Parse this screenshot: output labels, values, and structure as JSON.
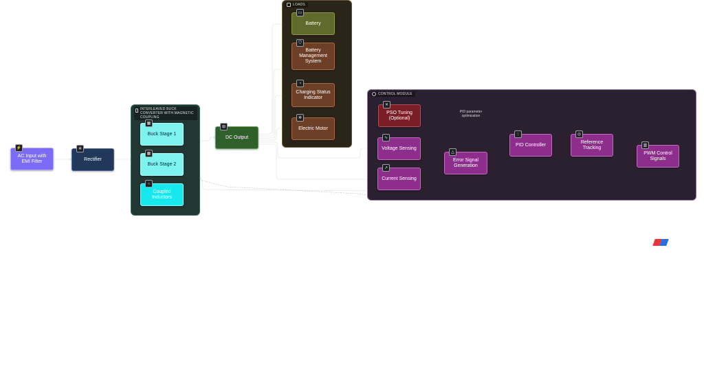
{
  "groups": {
    "loads": {
      "label": "LOADS",
      "icon": "box-icon"
    },
    "converter": {
      "label": "INTERLEAVED BUCK CONVERTER WITH MAGNETIC COUPLING",
      "icon": "chip-icon"
    },
    "control": {
      "label": "CONTROL MODULE",
      "icon": "gear-icon"
    }
  },
  "nodes": {
    "ac_input": {
      "label": "AC Input with EMI Filter",
      "icon": "plug-icon"
    },
    "rectifier": {
      "label": "Rectifier",
      "icon": "gear-icon"
    },
    "buck1": {
      "label": "Buck Stage 1",
      "icon": "chip-icon"
    },
    "buck2": {
      "label": "Buck Stage 2",
      "icon": "chip-icon"
    },
    "coupled": {
      "label": "Coupled Inductors",
      "icon": "magnet-icon"
    },
    "dc_output": {
      "label": "DC Output",
      "icon": "output-icon"
    },
    "battery": {
      "label": "Battery",
      "icon": "battery-icon"
    },
    "bms": {
      "label": "Battery Management System",
      "icon": "shield-icon"
    },
    "charging": {
      "label": "Charging Status Indicator",
      "icon": "gauge-icon"
    },
    "motor": {
      "label": "Electric Motor",
      "icon": "cog-icon"
    },
    "pso": {
      "label": "PSO Tuning (Optional)",
      "icon": "shuffle-icon"
    },
    "voltage": {
      "label": "Voltage Sensing",
      "icon": "pulse-icon"
    },
    "current": {
      "label": "Current Sensing",
      "icon": "trend-icon"
    },
    "error": {
      "label": "Error Signal Generation",
      "icon": "triangle-icon"
    },
    "pid": {
      "label": "PID Controller",
      "icon": "sliders-icon"
    },
    "reference": {
      "label": "Reference Tracking",
      "icon": "target-icon"
    },
    "pwm": {
      "label": "PWM Control Signals",
      "icon": "bars-icon"
    }
  },
  "edge_labels": {
    "pso_pid": "PID parameter optimization"
  },
  "colors": {
    "ac_input": "#7b6cf6",
    "rectifier": "#22385a",
    "converter_bg": "#223633",
    "buck": "#7df3f0",
    "coupled": "#16e8ee",
    "dc_output": "#2f5f2b",
    "loads_bg": "#2b2418",
    "battery": "#5f6a2c",
    "load_node": "#6e3f27",
    "control_bg": "#2b2030",
    "control_border": "#8a6a96",
    "pso": "#7a1d27",
    "control_node": "#8e2e8c"
  }
}
